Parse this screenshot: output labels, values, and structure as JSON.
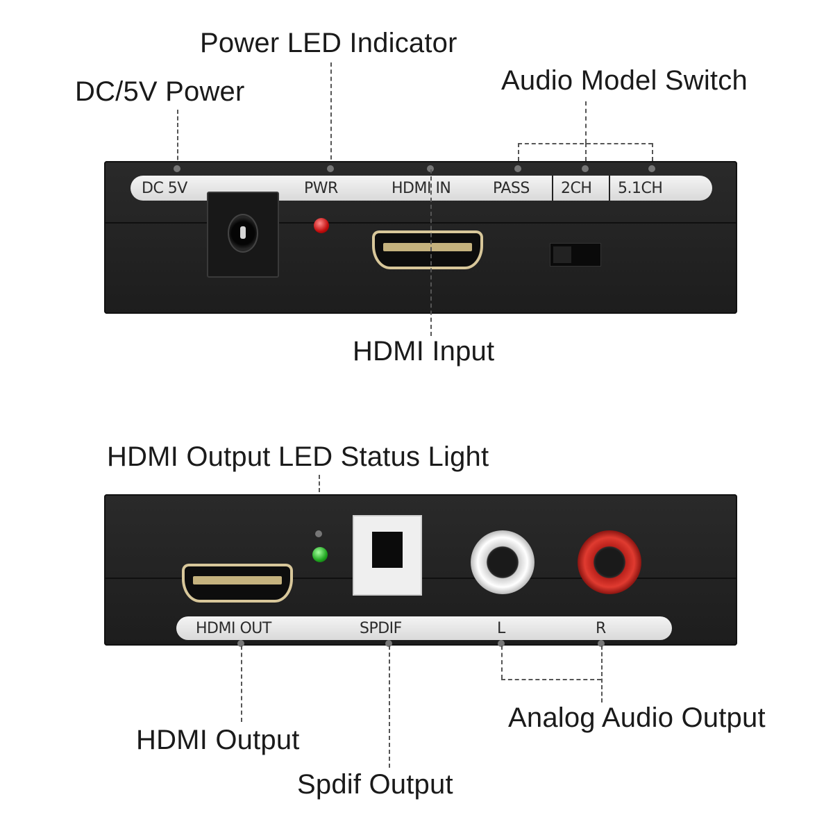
{
  "top_callouts": {
    "dc_power": "DC/5V Power",
    "power_led": "Power LED Indicator",
    "audio_switch": "Audio Model Switch",
    "hdmi_input": "HDMI Input"
  },
  "top_panel_labels": {
    "dc": "DC 5V",
    "pwr": "PWR",
    "hdmi_in": "HDMI IN",
    "pass": "PASS",
    "ch2": "2CH",
    "ch51": "5.1CH"
  },
  "bottom_callouts": {
    "hdmi_led": "HDMI Output LED Status Light",
    "hdmi_output": "HDMI Output",
    "spdif_output": "Spdif Output",
    "analog_output": "Analog Audio Output"
  },
  "bottom_panel_labels": {
    "hdmi_out": "HDMI OUT",
    "spdif": "SPDIF",
    "left": "L",
    "right": "R"
  },
  "colors": {
    "power_led": "#c20d0d",
    "status_led": "#1fa51f",
    "rca_left": "#ffffff",
    "rca_right": "#e03b30"
  }
}
